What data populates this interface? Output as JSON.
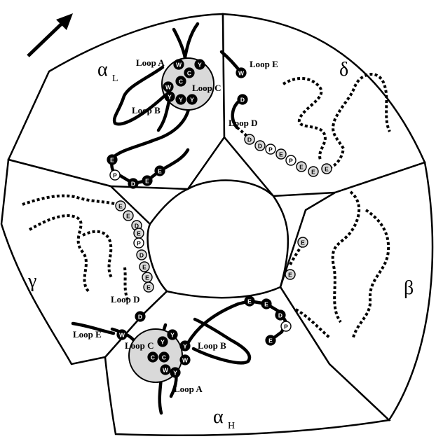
{
  "subunits": {
    "alpha_L": {
      "symbol": "α",
      "sub": "L"
    },
    "delta": {
      "symbol": "δ"
    },
    "beta": {
      "symbol": "β"
    },
    "alpha_H": {
      "symbol": "α",
      "sub": "H"
    },
    "gamma": {
      "symbol": "γ"
    }
  },
  "loops": {
    "aL_loop_a": "Loop A",
    "aL_loop_b": "Loop B",
    "aL_loop_c": "Loop C",
    "delta_loop_e": "Loop E",
    "delta_loop_d": "Loop D",
    "gamma_loop_d": "Loop D",
    "gamma_loop_e": "Loop E",
    "aH_loop_c": "Loop C",
    "aH_loop_b": "Loop B",
    "aH_loop_a": "Loop A"
  },
  "residues": {
    "aL_pocket": [
      "W",
      "C",
      "Y",
      "W",
      "C",
      "Y",
      "Y",
      "Y"
    ],
    "aL_loopf": [
      "E",
      "P",
      "D",
      "E",
      "E"
    ],
    "delta_w": "W",
    "delta_chain": [
      "D",
      "D",
      "D",
      "P",
      "E",
      "P",
      "E",
      "E",
      "E"
    ],
    "gamma_chain": [
      "E",
      "E",
      "D",
      "E",
      "P",
      "D",
      "E",
      "E",
      "E",
      "D"
    ],
    "gamma_w": "W",
    "beta_chain": [
      "E",
      "E"
    ],
    "aH_loopf": [
      "E",
      "E",
      "D",
      "P",
      "E"
    ],
    "aH_pocket": [
      "Y",
      "Y",
      "Y",
      "C",
      "C",
      "W",
      "W",
      "Y"
    ]
  }
}
